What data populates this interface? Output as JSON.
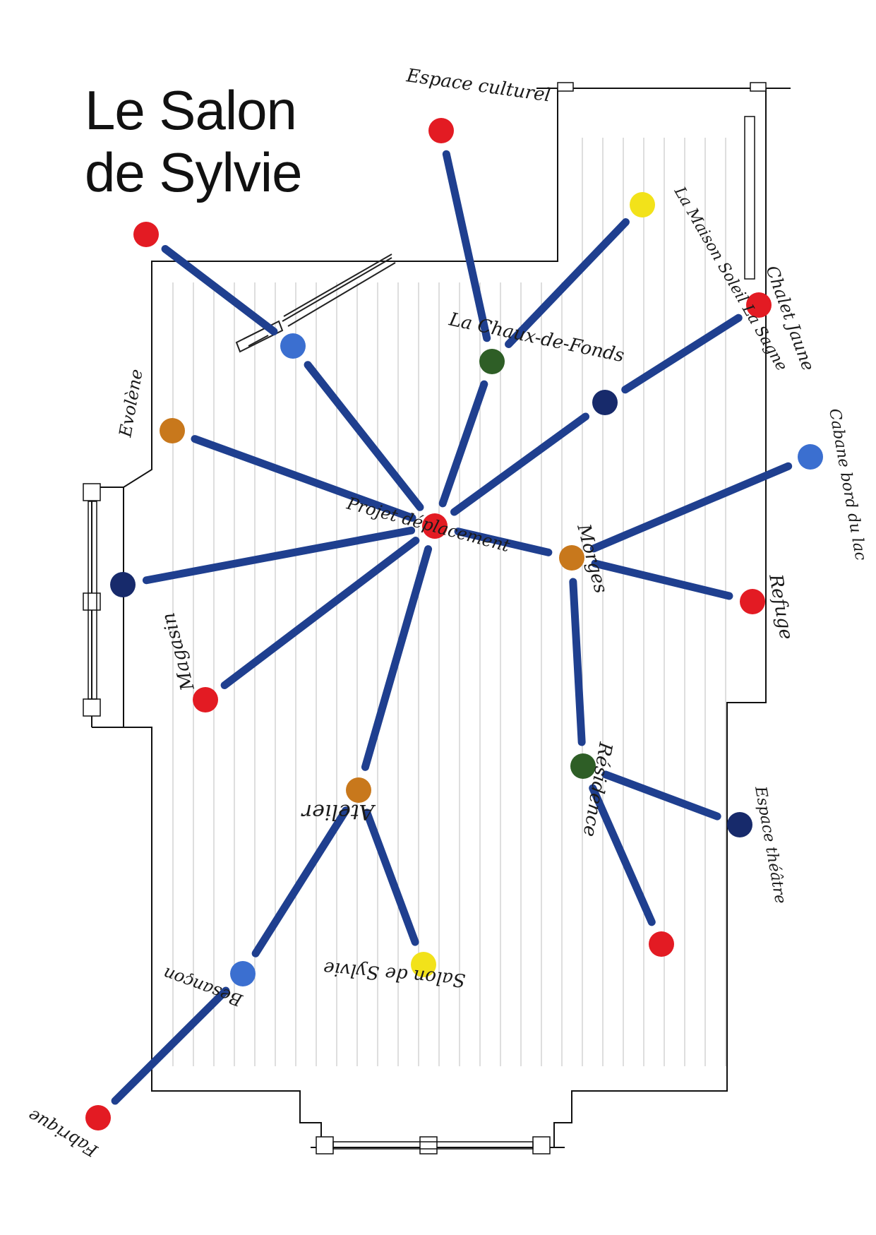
{
  "title": {
    "line1": "Le Salon",
    "line2": "de Sylvie"
  },
  "colors": {
    "link": "#1f3f8f",
    "red": "#e31b23",
    "blue": "#3b6fd0",
    "navy": "#172a6b",
    "yellow": "#f2e21a",
    "orange": "#c8781c",
    "green": "#2e5e26",
    "wall": "#111111",
    "floor": "#bdbdbd"
  },
  "nodes": [
    {
      "id": "center",
      "label": "Projet déplacement",
      "color": "red"
    },
    {
      "id": "chaux",
      "label": "La Chaux-de-Fonds",
      "color": "green"
    },
    {
      "id": "espace-culturel",
      "label": "Espace culturel",
      "color": "red"
    },
    {
      "id": "maison-soleil",
      "label": "La Maison Soleil La Sagne",
      "color": "yellow"
    },
    {
      "id": "chalet",
      "label": "Chalet Jaune",
      "color": "red"
    },
    {
      "id": "navy-top",
      "label": "",
      "color": "navy"
    },
    {
      "id": "cabane",
      "label": "Cabane bord du lac",
      "color": "blue"
    },
    {
      "id": "morges",
      "label": "Morges",
      "color": "orange"
    },
    {
      "id": "refuge",
      "label": "Refuge",
      "color": "red"
    },
    {
      "id": "residence",
      "label": "Résidence",
      "color": "green"
    },
    {
      "id": "espace-theatre",
      "label": "Espace théâtre",
      "color": "navy"
    },
    {
      "id": "red-bottom-right",
      "label": "",
      "color": "red"
    },
    {
      "id": "atelier",
      "label": "Atelier",
      "color": "orange"
    },
    {
      "id": "salon",
      "label": "Salon de Sylvie",
      "color": "yellow"
    },
    {
      "id": "besancon",
      "label": "Besançon",
      "color": "blue"
    },
    {
      "id": "fabrique",
      "label": "Fabrique",
      "color": "red"
    },
    {
      "id": "magasin",
      "label": "Magasin",
      "color": "red"
    },
    {
      "id": "navy-left",
      "label": "",
      "color": "navy"
    },
    {
      "id": "evolene",
      "label": "Evolène",
      "color": "orange"
    },
    {
      "id": "blue-top-left",
      "label": "",
      "color": "blue"
    },
    {
      "id": "red-top-left",
      "label": "",
      "color": "red"
    }
  ],
  "links": [
    [
      "center",
      "chaux"
    ],
    [
      "center",
      "navy-top"
    ],
    [
      "center",
      "morges"
    ],
    [
      "center",
      "atelier"
    ],
    [
      "center",
      "magasin"
    ],
    [
      "center",
      "navy-left"
    ],
    [
      "center",
      "evolene"
    ],
    [
      "center",
      "blue-top-left"
    ],
    [
      "chaux",
      "maison-soleil"
    ],
    [
      "espace-culturel",
      "chaux"
    ],
    [
      "navy-top",
      "chalet"
    ],
    [
      "morges",
      "cabane"
    ],
    [
      "morges",
      "refuge"
    ],
    [
      "morges",
      "residence"
    ],
    [
      "residence",
      "espace-theatre"
    ],
    [
      "residence",
      "red-bottom-right"
    ],
    [
      "atelier",
      "salon"
    ],
    [
      "atelier",
      "besancon"
    ],
    [
      "besancon",
      "fabrique"
    ],
    [
      "blue-top-left",
      "red-top-left"
    ]
  ]
}
